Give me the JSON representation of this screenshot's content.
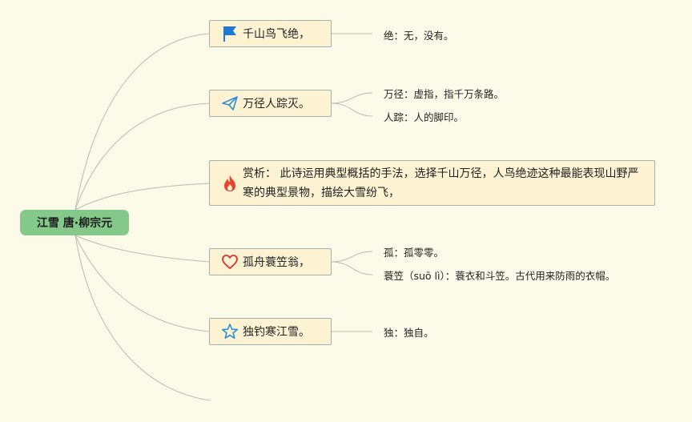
{
  "root": {
    "label": "江雪 唐·柳宗元"
  },
  "branches": [
    {
      "label": "千山鸟飞绝，",
      "icon": "flag-icon",
      "color": "#1f7ad6",
      "notes": [
        "绝：无，没有。"
      ]
    },
    {
      "label": "万径人踪灭。",
      "icon": "paper-plane-icon",
      "color": "#2b8fd6",
      "notes": [
        "万径：虚指，指千万条路。",
        "人踪：人的脚印。"
      ]
    },
    {
      "label": "赏析： 此诗运用典型概括的手法，选择千山万径，人鸟绝迹这种最能表现山野严寒的典型景物，描绘大雪纷飞，",
      "icon": "fire-icon",
      "color": "#e8452c",
      "notes": []
    },
    {
      "label": "孤舟蓑笠翁，",
      "icon": "heart-icon",
      "color": "#d9322b",
      "notes": [
        "孤：孤零零。",
        "蓑笠（suō lì）：蓑衣和斗笠。古代用来防雨的衣帽。"
      ]
    },
    {
      "label": "独钓寒江雪。",
      "icon": "star-icon",
      "color": "#2b8fd6",
      "notes": [
        "独：独自。"
      ]
    }
  ]
}
